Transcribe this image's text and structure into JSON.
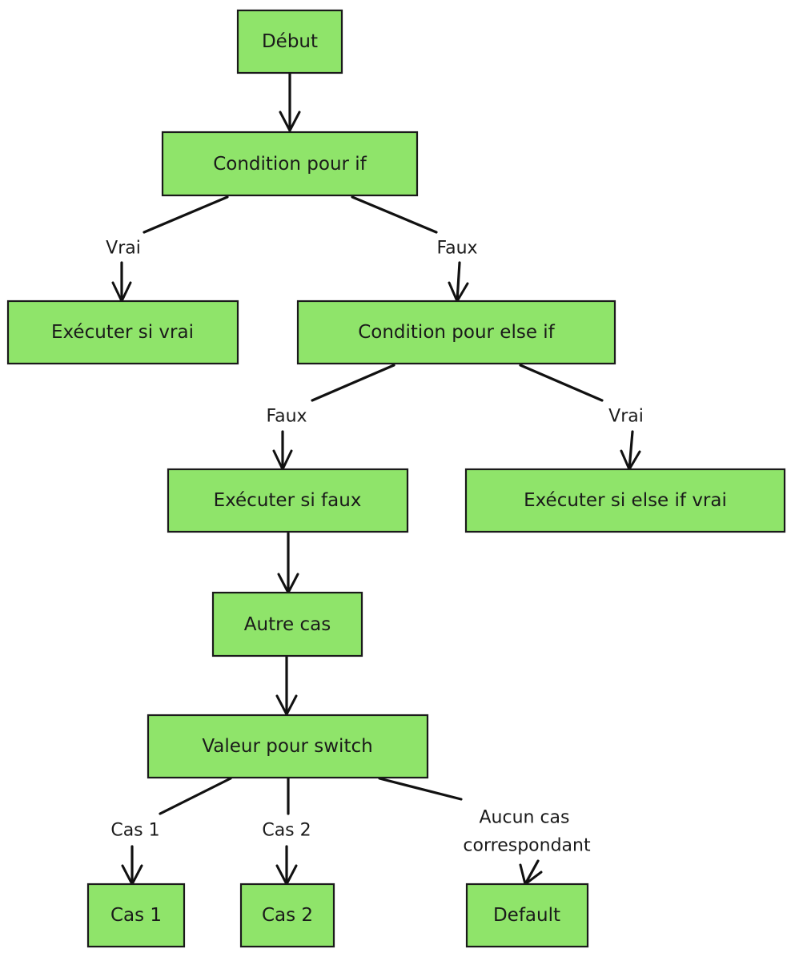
{
  "nodes": {
    "debut": "Début",
    "condition_if": "Condition pour if",
    "executer_si_vrai": "Exécuter si vrai",
    "condition_else_if": "Condition pour else if",
    "executer_si_faux": "Exécuter si faux",
    "executer_si_else_if_vrai": "Exécuter si else if vrai",
    "autre_cas": "Autre cas",
    "valeur_switch": "Valeur pour switch",
    "cas1": "Cas 1",
    "cas2": "Cas 2",
    "default": "Default"
  },
  "edge_labels": {
    "if_vrai": "Vrai",
    "if_faux": "Faux",
    "elseif_faux": "Faux",
    "elseif_vrai": "Vrai",
    "switch_cas1": "Cas 1",
    "switch_cas2": "Cas 2",
    "switch_default_line1": "Aucun cas",
    "switch_default_line2": "correspondant"
  },
  "colors": {
    "node_fill": "#8fe46a",
    "stroke": "#1a1a1a"
  }
}
